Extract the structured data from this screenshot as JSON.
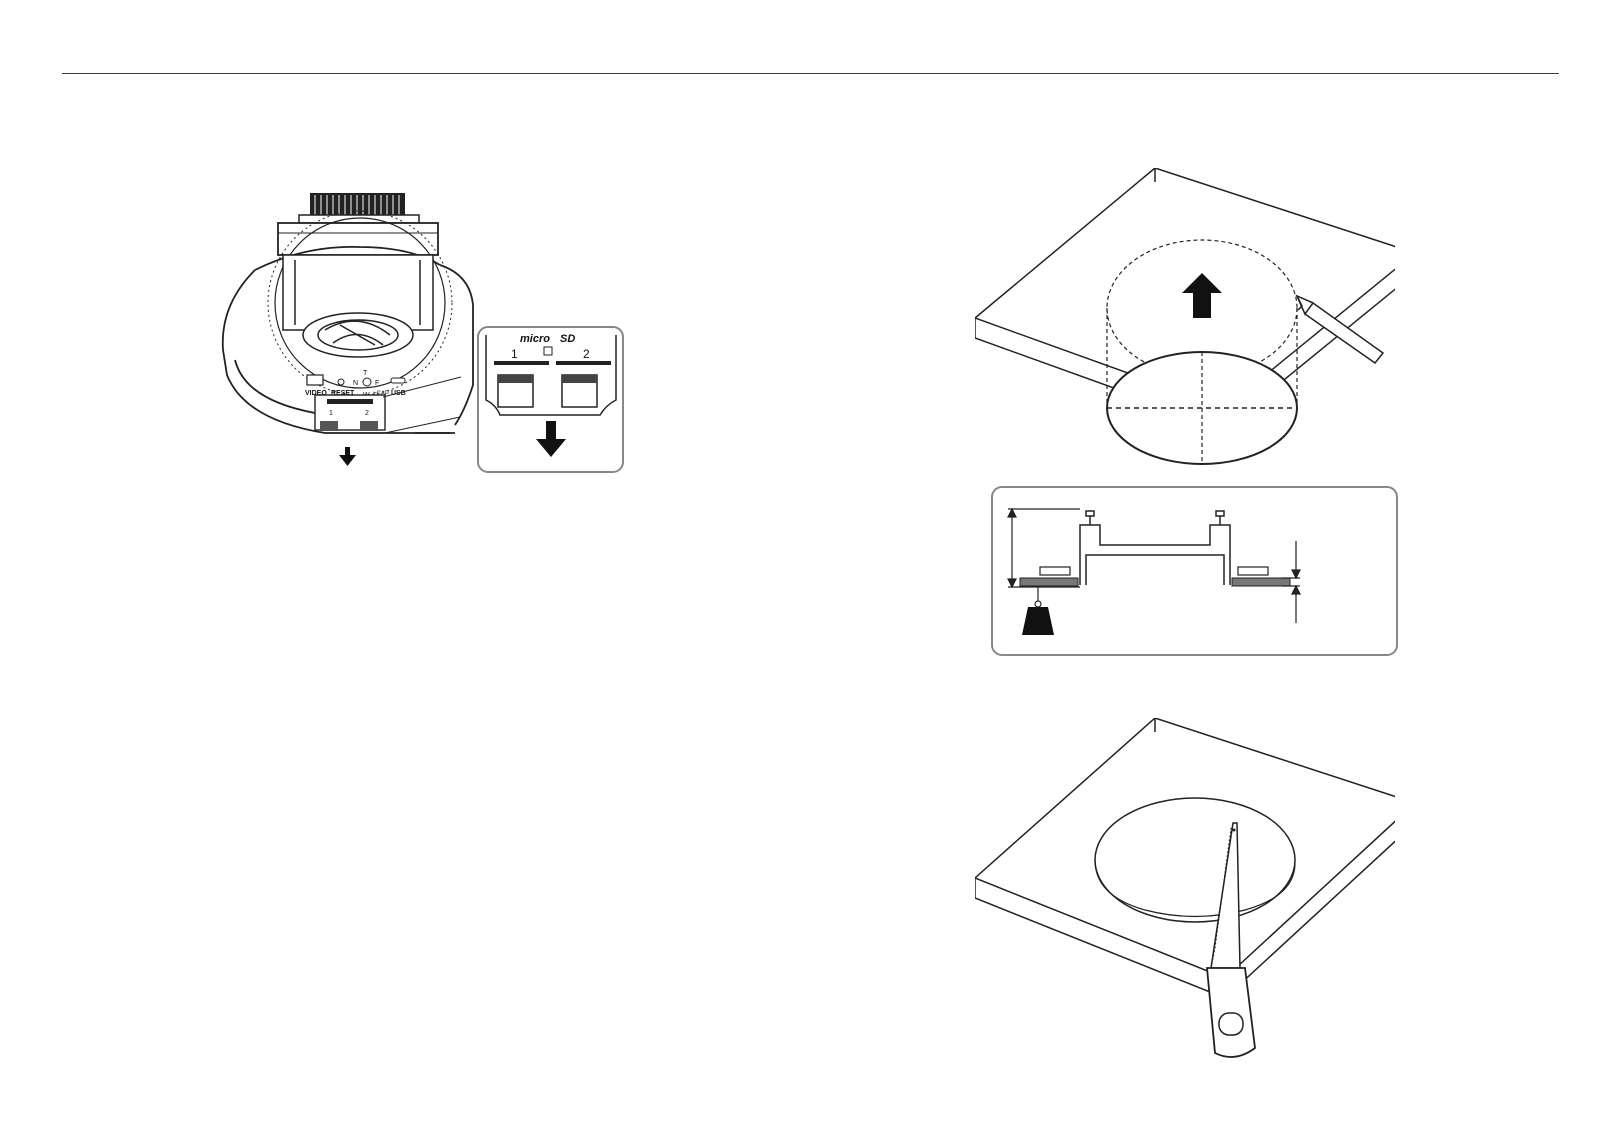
{
  "camera_figure": {
    "inset_brand_micro": "micro",
    "inset_brand_sd": "SD",
    "inset_slot_1": "1",
    "inset_slot_2": "2",
    "board_labels": {
      "video": "VIDEO",
      "reset": "RESET",
      "n": "N",
      "f": "F",
      "w": "W",
      "t": "T",
      "cap": "+CAP",
      "usb": "USB",
      "slot_1": "1",
      "slot_2": "2"
    }
  },
  "colors": {
    "line": "#222222",
    "arrow": "#111111",
    "hatch": "#333333",
    "frame": "#888888"
  }
}
